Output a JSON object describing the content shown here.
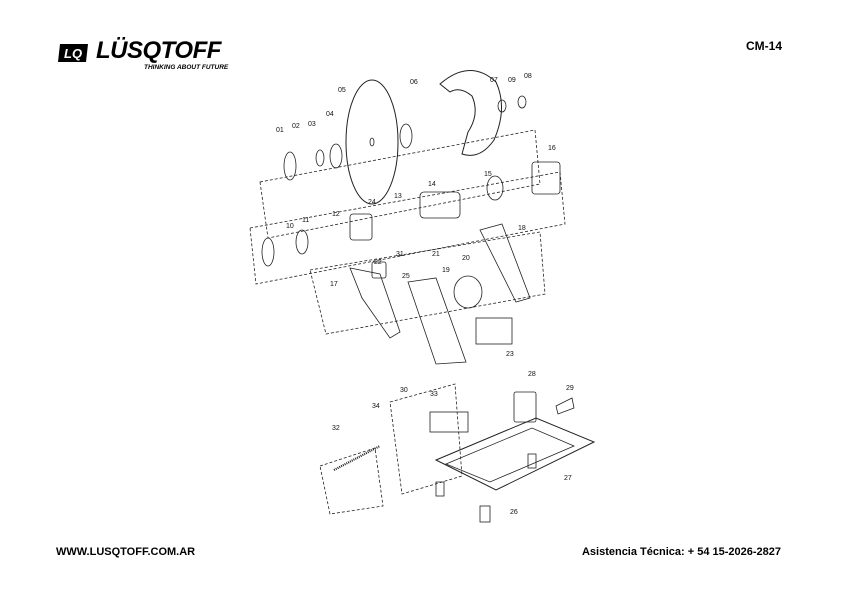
{
  "header": {
    "brand": "LÜSQTOFF",
    "tagline": "THINKING ABOUT FUTURE",
    "model": "CM-14"
  },
  "diagram": {
    "part_labels": [
      "01",
      "02",
      "03",
      "04",
      "05",
      "06",
      "07",
      "08",
      "09",
      "10",
      "11",
      "12",
      "13",
      "14",
      "15",
      "16",
      "17",
      "18",
      "19",
      "20",
      "21",
      "22",
      "23",
      "24",
      "25",
      "26",
      "27",
      "28",
      "29",
      "30",
      "31",
      "32",
      "33",
      "34"
    ]
  },
  "footer": {
    "website": "WWW.LUSQTOFF.COM.AR",
    "support": "Asistencia Técnica: + 54 15-2026-2827"
  }
}
